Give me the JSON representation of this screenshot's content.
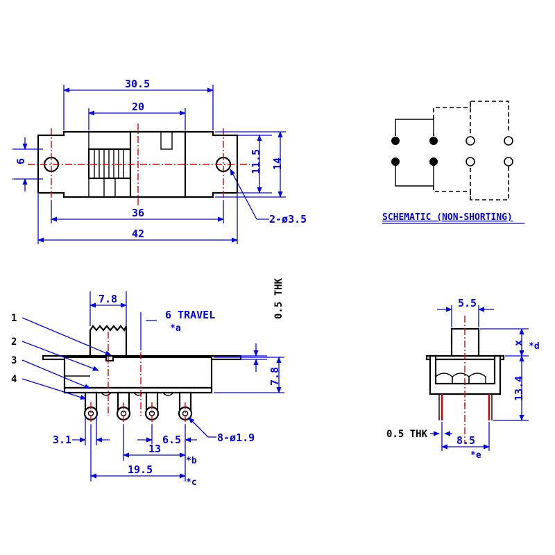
{
  "top_view": {
    "dim_overall_span": "30.5",
    "dim_slider_span": "20",
    "dim_hole_pitch": "36",
    "dim_total_length": "42",
    "dim_hole_height": "6",
    "dim_inner_height": "11.5",
    "dim_total_height": "14",
    "label_mount_holes": "2-ø3.5"
  },
  "schematic": {
    "title": "SCHEMATIC (NON-SHORTING)"
  },
  "side_view": {
    "dim_knob_width": "7.8",
    "label_travel": "6 TRAVEL",
    "note_a": "*a",
    "label_thickness": "0.5 THK",
    "dim_body_height": "7.8",
    "callouts": [
      "1",
      "2",
      "3",
      "4"
    ],
    "dim_pin_offset": "3.1",
    "dim_pin_pitch": "6.5",
    "dim_pin_span": "13",
    "note_b": "*b",
    "dim_total_span": "19.5",
    "note_c": "*c",
    "label_pins": "8-ø1.9"
  },
  "end_view": {
    "dim_knob_width": "5.5",
    "dim_x": "x",
    "note_d": "*d",
    "dim_height": "13.4",
    "label_thickness": "0.5 THK",
    "dim_pin_spacing": "8.5",
    "note_e": "*e"
  }
}
